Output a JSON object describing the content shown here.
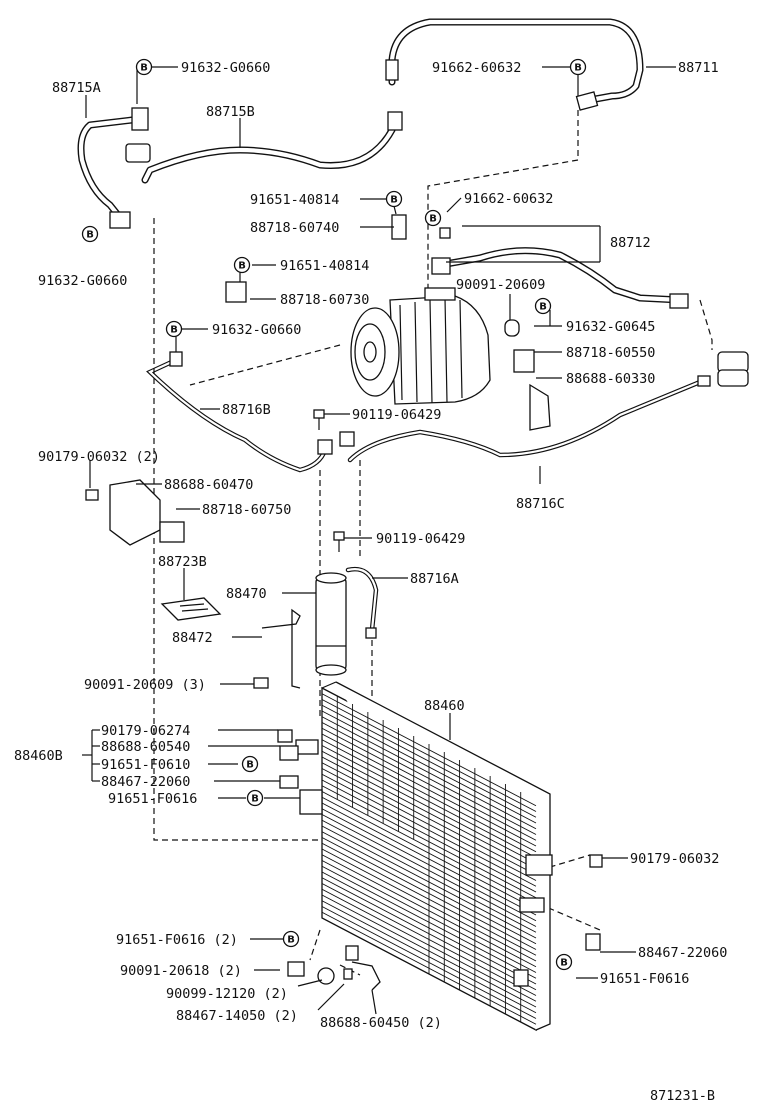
{
  "labels": {
    "l_88715A": "88715A",
    "l_88715B": "88715B",
    "l_91632_G0660_a": "91632-G0660",
    "l_91632_G0660_b": "91632-G0660",
    "l_91632_G0660_c": "91632-G0660",
    "l_91662_60632_a": "91662-60632",
    "l_91662_60632_b": "91662-60632",
    "l_88711": "88711",
    "l_88712": "88712",
    "l_91651_40814_a": "91651-40814",
    "l_91651_40814_b": "91651-40814",
    "l_88718_60740": "88718-60740",
    "l_88718_60730": "88718-60730",
    "l_90091_20609": "90091-20609",
    "l_91632_G0645": "91632-G0645",
    "l_88718_60550": "88718-60550",
    "l_88688_60330": "88688-60330",
    "l_88716B": "88716B",
    "l_90119_06429_a": "90119-06429",
    "l_90119_06429_b": "90119-06429",
    "l_90179_06032_2": "90179-06032 (2)",
    "l_88688_60470": "88688-60470",
    "l_88718_60750": "88718-60750",
    "l_88716C": "88716C",
    "l_88723B": "88723B",
    "l_88470": "88470",
    "l_88716A": "88716A",
    "l_88472": "88472",
    "l_90091_20609_3": "90091-20609 (3)",
    "l_88460": "88460",
    "l_88460B": "88460B",
    "l_90179_06274": "90179-06274",
    "l_88688_60540": "88688-60540",
    "l_91651_F0610": "91651-F0610",
    "l_88467_22060_a": "88467-22060",
    "l_91651_F0616_a": "91651-F0616",
    "l_90179_06032": "90179-06032",
    "l_91651_F0616_2": "91651-F0616 (2)",
    "l_88467_22060_b": "88467-22060",
    "l_90091_20618_2": "90091-20618 (2)",
    "l_91651_F0616_b": "91651-F0616",
    "l_90099_12120_2": "90099-12120 (2)",
    "l_88467_14050_2": "88467-14050 (2)",
    "l_88688_60450_2": "88688-60450 (2)",
    "l_code": "871231-B"
  },
  "bolt_marker_letter": "B",
  "icons": [
    "bolt-marker-icon",
    "compressor-icon",
    "condenser-icon",
    "receiver-dryer-icon",
    "bracket-icon",
    "nut-icon",
    "bolt-icon"
  ]
}
